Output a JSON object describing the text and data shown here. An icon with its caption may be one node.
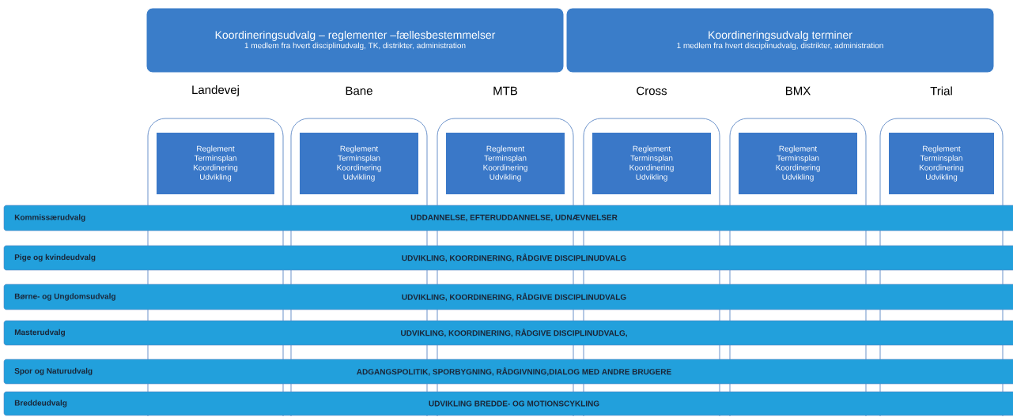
{
  "diagram": {
    "nodes": [
      {
        "text": [
          "Koordineringsudvalg – reglementer –fællesbestemmelser",
          "1 medlem fra hvert disciplinudvalg, TK, distrikter, administration"
        ]
      },
      {
        "text": [
          "Koordineringsudvalg terminer",
          "1 medlem fra hvert disciplinudvalg, distrikter, administration"
        ]
      },
      {
        "text": [
          "Landevej"
        ]
      },
      {
        "text": [
          "Reglement Terminsplan Koordinering Udvikling"
        ],
        "in": 2
      },
      {
        "text": [
          "Bane"
        ]
      },
      {
        "text": [
          "Reglement Terminsplan Koordinering Udvikling"
        ],
        "in": 4
      },
      {
        "text": [
          "MTB"
        ]
      },
      {
        "text": [
          "Reglement Terminsplan Koordinering Udvikling"
        ],
        "in": 6
      },
      {
        "text": [
          "Cross"
        ]
      },
      {
        "text": [
          "Reglement Terminsplan Koordinering Udvikling"
        ],
        "in": 8
      },
      {
        "text": [
          "BMX"
        ]
      },
      {
        "text": [
          "Reglement Terminsplan Koordinering Udvikling"
        ],
        "in": 10
      },
      {
        "text": [
          "Trial"
        ]
      },
      {
        "text": [
          "Reglement Terminsplan Koordinering Udvikling"
        ],
        "in": 12
      },
      {
        "text": [
          "Kommissærudvalg",
          "UDDANNELSE, EFTERUDDANNELSE, UDNÆVNELSER"
        ]
      },
      {
        "text": [
          "Pige og kvindeudvalg",
          "UDVIKLING, KOORDINERING, RÅDGIVE DISCIPLINUDVALG"
        ]
      },
      {
        "text": [
          "Børne- og Ungdomsudvalg",
          "UDVIKLING, KOORDINERING, RÅDGIVE DISCIPLINUDVALG"
        ]
      },
      {
        "text": [
          "Masterudvalg",
          "UDVIKLING, KOORDINERING, RÅDGIVE DISCIPLINUDVALG,"
        ]
      },
      {
        "text": [
          "Spor og Naturudvalg",
          "ADGANGSPOLITIK, SPORBYGNING, RÅDGIVNING,DIALOG MED ANDRE BRUGERE"
        ]
      },
      {
        "text": [
          "Breddeudvalg",
          "UDVIKLING BREDDE- OG MOTIONSCYKLING"
        ]
      }
    ]
  }
}
